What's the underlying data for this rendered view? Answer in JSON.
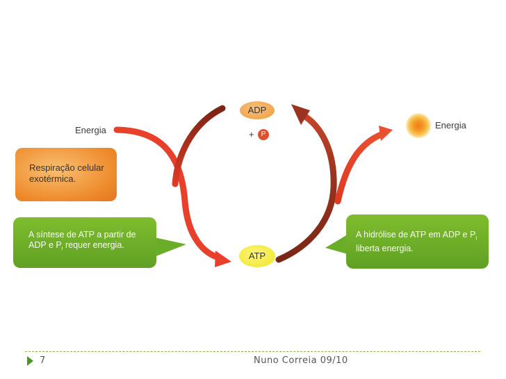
{
  "diagram": {
    "energy_left": "Energia",
    "energy_right": "Energia",
    "respiration_box": [
      "Respiração celular",
      "exotérmica."
    ],
    "synthesis_box": [
      "A síntese de ATP a partir de",
      "ADP e P",
      "i",
      " requer energia."
    ],
    "hydrolysis_box": [
      "A hidrólise de ATP em ADP e P",
      "i",
      "liberta energia."
    ],
    "adp_label": "ADP",
    "plus": "+",
    "p_label": "P",
    "atp_label": "ATP"
  },
  "colors": {
    "arrow_red": "#e83a24",
    "arrow_dark_red": "#8a2a1a",
    "green_box": "#6aad28",
    "orange_box": "#ee8a2c",
    "footer_green": "#4a9a2a"
  },
  "footer": {
    "page_number": "7",
    "author": "Nuno Correia 09/10"
  }
}
